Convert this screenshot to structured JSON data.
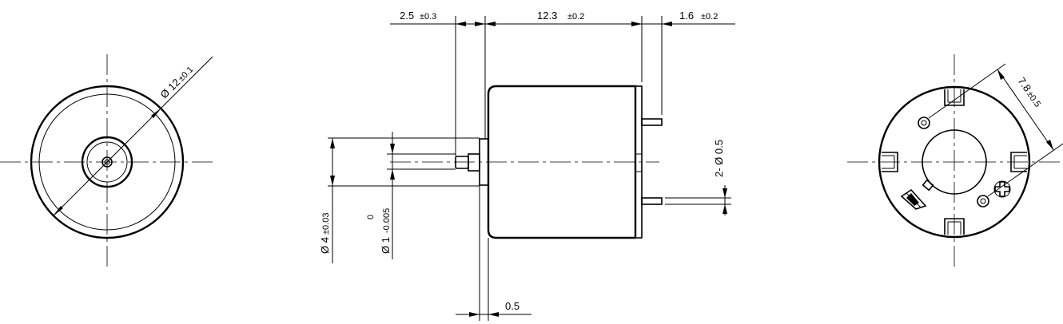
{
  "dimensions": {
    "shaft_extension": {
      "value": "2.5",
      "tolerance": "±0.3"
    },
    "body_length": {
      "value": "12.3",
      "tolerance": "±0.2"
    },
    "terminal_length": {
      "value": "1.6",
      "tolerance": "±0.2"
    },
    "body_diameter": {
      "symbol": "Ø",
      "value": "12",
      "tolerance": "±0.1"
    },
    "terminal_spacing": {
      "value": "7.8",
      "tolerance": "±0.5"
    },
    "terminal_diameter": {
      "prefix": "2-",
      "symbol": "Ø",
      "value": "0.5"
    },
    "boss_diameter": {
      "symbol": "Ø",
      "value": "4",
      "tolerance": "±0.03"
    },
    "shaft_diameter": {
      "symbol": "Ø",
      "value": "1",
      "tolerance_upper": "0",
      "tolerance_lower": "-0.005"
    },
    "flange_thickness": {
      "value": "0.5"
    }
  }
}
